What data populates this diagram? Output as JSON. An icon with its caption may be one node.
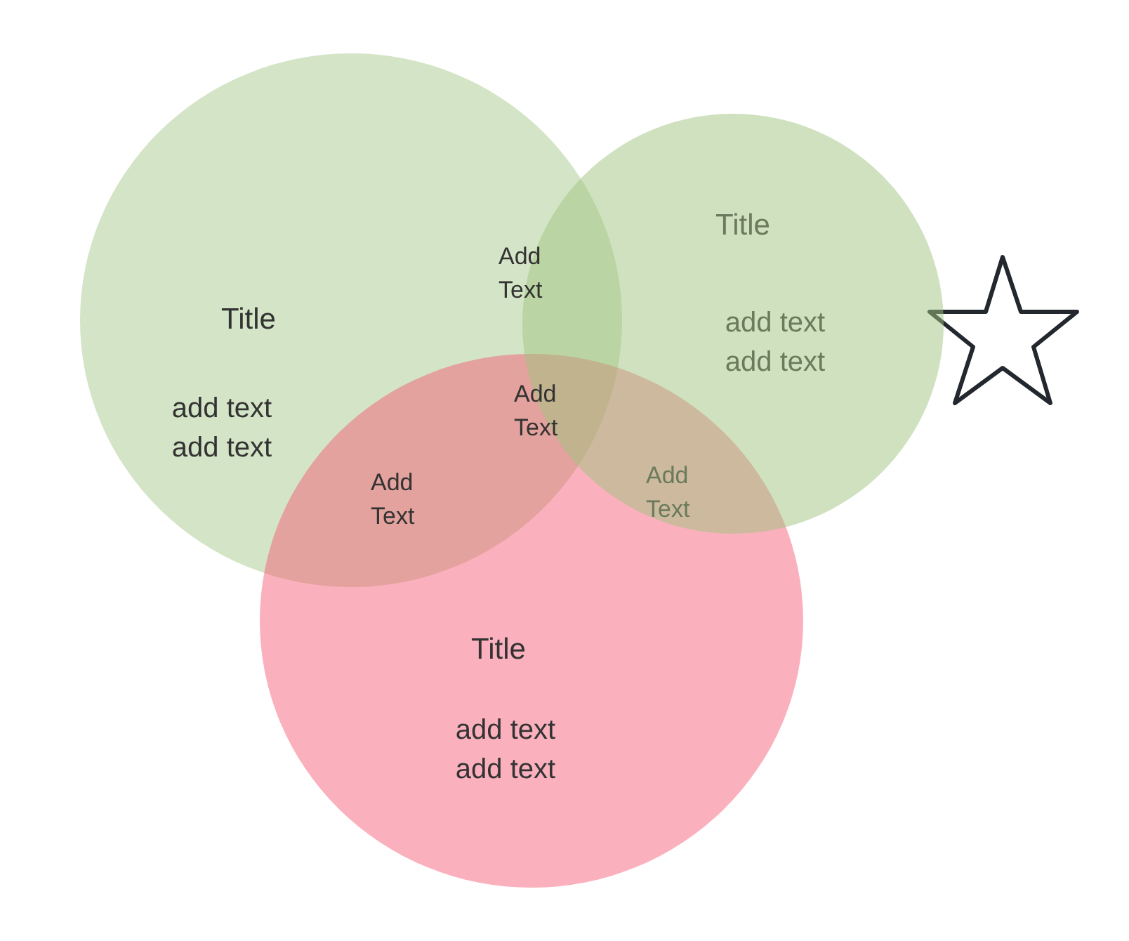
{
  "diagram": {
    "nodes": [
      {
        "text": [
          "Title",
          "add text add text"
        ]
      },
      {
        "text": [
          "Title",
          "add text add text"
        ]
      },
      {
        "text": [
          "Title",
          "add text add text"
        ]
      }
    ],
    "labels": [
      "Add Text",
      "Add Text",
      "Add Text",
      "Add Text"
    ]
  }
}
